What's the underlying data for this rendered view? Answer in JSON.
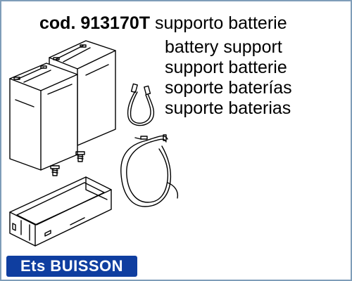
{
  "header": {
    "code_prefix": "cod. 913170T",
    "title_it": "supporto batterie"
  },
  "names": [
    "battery support",
    "support batterie",
    "soporte baterías",
    "suporte baterias"
  ],
  "brand": {
    "text": "Ets BUISSON",
    "color": "#0f3ea0"
  },
  "illustration": {
    "items": [
      "battery",
      "battery",
      "cable-loop",
      "wire-harness",
      "screw",
      "screw",
      "battery-tray"
    ]
  }
}
